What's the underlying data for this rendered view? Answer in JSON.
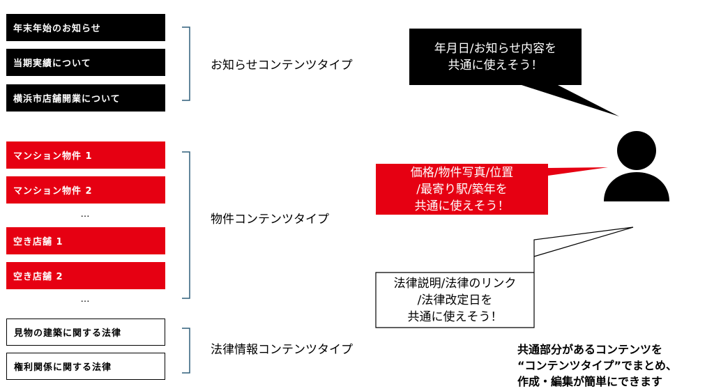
{
  "groups": [
    {
      "items": [
        "年末年始のお知らせ",
        "当期実績について",
        "横浜市店舗開業について"
      ],
      "label": "お知らせコンテンツタイプ"
    },
    {
      "items": [
        "マンション物件 1",
        "マンション物件 2",
        "…",
        "空き店舗 1",
        "空き店舗 2",
        "…"
      ],
      "label": "物件コンテンツタイプ"
    },
    {
      "items": [
        "見物の建築に関する法律",
        "権利関係に関する法律"
      ],
      "label": "法律情報コンテンツタイプ"
    }
  ],
  "bubbles": {
    "news": "年月日/お知らせ内容を\n共通に使えそう！",
    "property": "価格/物件写真/位置\n/最寄り駅/築年を\n共通に使えそう！",
    "law": "法律説明/法律のリンク\n/法律改定日を\n共通に使えそう！"
  },
  "summary": "共通部分があるコンテンツを\n“コンテンツタイプ”でまとめ、\n作成・編集が簡単にできます",
  "colors": {
    "black": "#000000",
    "red": "#e60012",
    "white": "#ffffff"
  },
  "icons": {
    "user": "person-silhouette-icon"
  }
}
